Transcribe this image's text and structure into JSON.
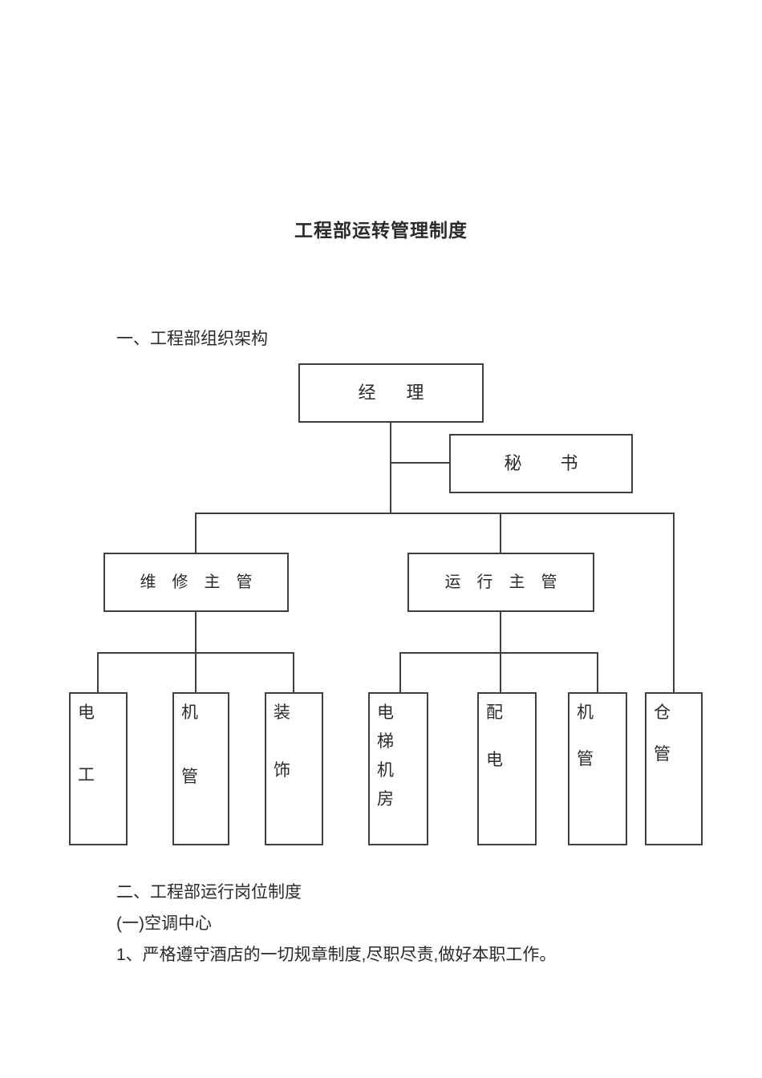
{
  "document": {
    "title": "工程部运转管理制度",
    "section1_heading": "一、工程部组织架构",
    "section2_heading": "二、工程部运行岗位制度",
    "subsection_heading": "(一)空调中心",
    "body_item": "1、严格遵守酒店的一切规章制度,尽职尽责,做好本职工作。"
  },
  "org_chart": {
    "manager": {
      "label": "经理"
    },
    "secretary": {
      "label": "秘书"
    },
    "maintenance_supervisor": {
      "label": "维修主管"
    },
    "operation_supervisor": {
      "label": "运行主管"
    },
    "maintenance_teams": [
      {
        "label": "电工"
      },
      {
        "label": "机管"
      },
      {
        "label": "装饰"
      }
    ],
    "operation_teams": [
      {
        "label": "电梯机房"
      },
      {
        "label": "配电"
      },
      {
        "label": "机管"
      }
    ],
    "warehouse": {
      "label": "仓管"
    }
  },
  "colors": {
    "background": "#ffffff",
    "text": "#2b2b2b",
    "line": "#3f3f3f"
  }
}
